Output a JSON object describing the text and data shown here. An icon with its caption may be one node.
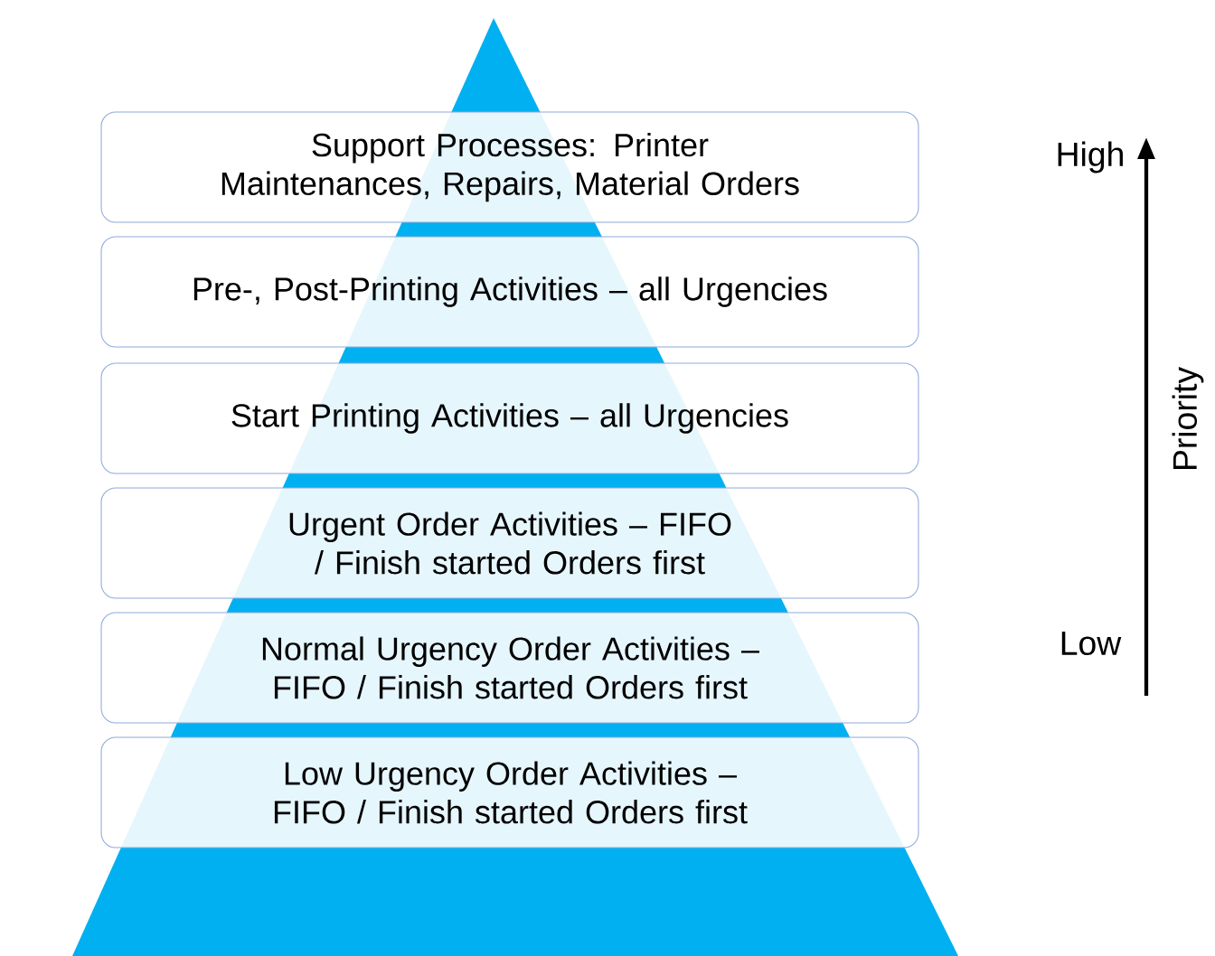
{
  "diagram": {
    "nodes": [
      {
        "text": [
          "Support Processes: Printer Maintenances, Repairs, Material Orders"
        ]
      },
      {
        "text": [
          "Pre-, Post-Printing Activities – all Urgencies"
        ]
      },
      {
        "text": [
          "Start Printing Activities – all Urgencies"
        ]
      },
      {
        "text": [
          "Urgent Order Activities – FIFO / Finish started Orders first"
        ]
      },
      {
        "text": [
          "Normal Urgency Order Activities – FIFO / Finish started Orders first"
        ]
      },
      {
        "text": [
          "Low Urgency Order Activities – FIFO / Finish started Orders first"
        ]
      }
    ],
    "labels": [
      "High",
      "Low",
      "Priority"
    ]
  }
}
